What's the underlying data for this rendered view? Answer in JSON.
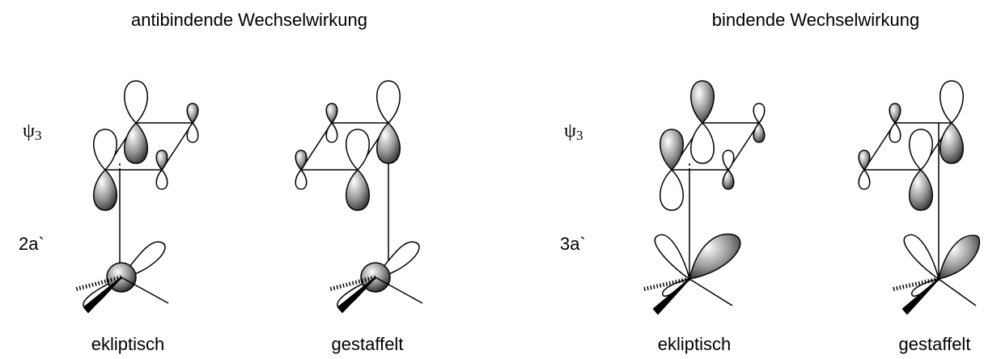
{
  "headings": {
    "left": "antibindende Wechselwirkung",
    "right": "bindende Wechselwirkung"
  },
  "row_labels": {
    "psi_left_symbol": "ψ",
    "psi_left_sub": "3",
    "psi_right_symbol": "ψ",
    "psi_right_sub": "3",
    "orbital_left": "2a`",
    "orbital_right": "3a`"
  },
  "captions": {
    "c1": "ekliptisch",
    "c2": "gestaffelt",
    "c3": "ekliptisch",
    "c4": "gestaffelt"
  }
}
